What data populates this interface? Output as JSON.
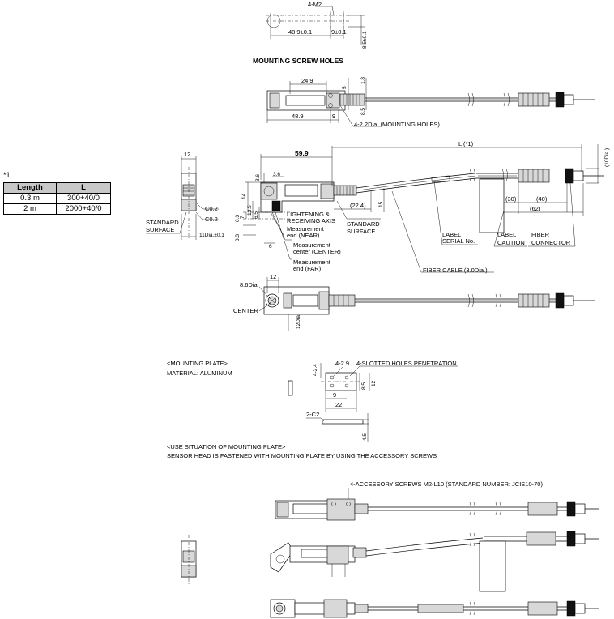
{
  "footnote": "*1.",
  "length_table": {
    "headers": [
      "Length",
      "L"
    ],
    "rows": [
      [
        "0.3 m",
        "300+40/0"
      ],
      [
        "2 m",
        "2000+40/0"
      ]
    ]
  },
  "screw_holes": {
    "thread": "4-M2",
    "dim_pitch": "48.9±0.1",
    "dim_small": "9±0.1",
    "dim_height": "8.5±0.1",
    "title": "MOUNTING SCREW HOLES"
  },
  "top_view": {
    "dim_24_9": "24.9",
    "dim_5": "5",
    "dim_1_8": "1.8",
    "dim_8_5": "8.5",
    "dim_48_9": "48.9",
    "dim_9": "9",
    "holes_note": "4-2.2Dia. (MOUNTING HOLES)"
  },
  "front_view": {
    "dim_59_9": "59.9",
    "dim_L": "L (*1)",
    "dim_100dia": "(10Dia.)",
    "dim_3_6a": "3.6",
    "dim_3_6b": "3.6",
    "dim_14": "14",
    "dim_7": "7",
    "dim_13_5": "13.5",
    "dim_6_5": "6.5",
    "dim_0_3a": "0.3",
    "dim_0_3b": "0.3",
    "dim_6": "6",
    "dim_22_4": "(22.4)",
    "dim_15": "15",
    "dim_30": "(30)",
    "dim_40": "(40)",
    "dim_62": "(62)",
    "lbl_lightening": "LIGHTENING &",
    "lbl_receiving": "RECEIVING AXIS",
    "lbl_near1": "Measurement",
    "lbl_near2": "end (NEAR)",
    "lbl_center1": "Measurement",
    "lbl_center2": "center (CENTER)",
    "lbl_far1": "Measurement",
    "lbl_far2": "end (FAR)",
    "lbl_std_surface1": "STANDARD",
    "lbl_std_surface2": "SURFACE",
    "lbl_label_serial1": "LABEL",
    "lbl_label_serial2": "SERIAL No.",
    "lbl_label_caution1": "LABEL",
    "lbl_label_caution2": "CAUTION",
    "lbl_fiber_connector1": "FIBER",
    "lbl_fiber_connector2": "CONNECTOR",
    "lbl_fiber_cable": "FIBER CABLE (3.0Dia.)"
  },
  "side_view": {
    "dim_12": "12",
    "c02a": "C0.2",
    "c02b": "C0.2",
    "dim_11dia": "11Dia.±0.1",
    "std_surface1": "STANDARD",
    "std_surface2": "SURFACE"
  },
  "bottom_view": {
    "dim_8_6dia": "8.6Dia.",
    "dim_12": "12",
    "dim_12dia": "12Dia.",
    "center": "CENTER"
  },
  "mounting_plate": {
    "title": "<MOUNTING PLATE>",
    "material": "MATERIAL: ALUMINUM",
    "dim_4_2_4": "4-2.4",
    "dim_4_2_9": "4-2.9",
    "slotted": "4-SLOTTED HOLES PENETRATION",
    "dim_8_5": "8.5",
    "dim_12": "12",
    "dim_9": "9",
    "dim_22": "22",
    "dim_2_c2": "2-C2",
    "dim_4_5": "4.5"
  },
  "use_situation": {
    "title": "<USE SITUATION OF MOUNTING PLATE>",
    "desc": "SENSOR HEAD IS FASTENED WITH MOUNTING PLATE BY USING THE ACCESSORY SCREWS",
    "screws": "4-ACCESSORY SCREWS M2-L10 (STANDARD NUMBER: JCIS10-70)"
  }
}
